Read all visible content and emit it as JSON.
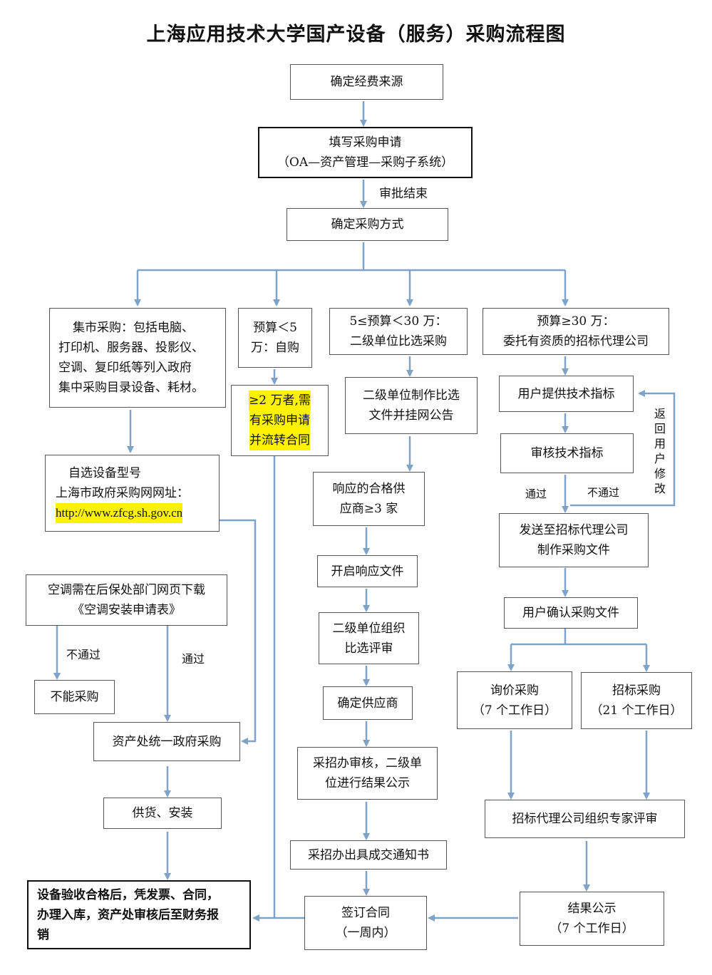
{
  "title": "上海应用技术大学国产设备（服务）采购流程图",
  "colors": {
    "arrow": "#7fa3c6",
    "highlight": "#fff200",
    "border": "#555555"
  },
  "top": {
    "funding": "确定经费来源",
    "apply_1": "填写采购申请",
    "apply_2": "（OA—资产管理—采购子系统）",
    "approval_label": "审批结束",
    "method": "确定采购方式"
  },
  "branch_central": {
    "category_lines": [
      "集市采购：包括电脑、",
      "打印机、服务器、投影仪、",
      "空调、复印纸等列入政府",
      "集中采购目录设备、耗材。"
    ],
    "select_1": "自选设备型号",
    "select_2": "上海市政府采购网网址：",
    "select_url": "http://www.zfcg.sh.gov.cn",
    "ac_1": "空调需在后保处部门网页下载",
    "ac_2": "《空调安装申请表》",
    "fail_label": "不通过",
    "pass_label": "通过",
    "cannot_buy": "不能采购",
    "gov_purchase": "资产处统一政府采购",
    "supply": "供货、安装",
    "accept_lines": [
      "设备验收合格后，凭发票、合同，",
      "办理入库，资产处审核后至财务报",
      "销"
    ]
  },
  "branch_self": {
    "budget_1": "预算＜5",
    "budget_2": "万：自购",
    "note_lines": [
      "≥2 万者,需",
      "有采购申请",
      "并流转合同"
    ]
  },
  "branch_compare": {
    "budget_1": "5≤预算＜30 万：",
    "budget_2": "二级单位比选采购",
    "docs_1": "二级单位制作比选",
    "docs_2": "文件并挂网公告",
    "suppliers_1": "响应的合格供",
    "suppliers_2": "应商≥3 家",
    "open": "开启响应文件",
    "review_1": "二级单位组织",
    "review_2": "比选评审",
    "confirm": "确定供应商",
    "publicize_1": "采招办审核，二级单",
    "publicize_2": "位进行结果公示",
    "notice": "采招办出具成交通知书",
    "contract_1": "签订合同",
    "contract_2": "（一周内）"
  },
  "branch_tender": {
    "budget_1": "预算≥30 万：",
    "budget_2": "委托有资质的招标代理公司",
    "provide": "用户提供技术指标",
    "audit": "审核技术指标",
    "return_label": [
      "返",
      "回",
      "用",
      "户",
      "修",
      "改"
    ],
    "pass_label": "通过",
    "fail_label": "不通过",
    "send_1": "发送至招标代理公司",
    "send_2": "制作采购文件",
    "confirm_docs": "用户确认采购文件",
    "inquiry_1": "询价采购",
    "inquiry_2": "（7 个工作日）",
    "bidding_1": "招标采购",
    "bidding_2": "（21 个工作日）",
    "expert": "招标代理公司组织专家评审",
    "result_1": "结果公示",
    "result_2": "（7 个工作日）"
  }
}
